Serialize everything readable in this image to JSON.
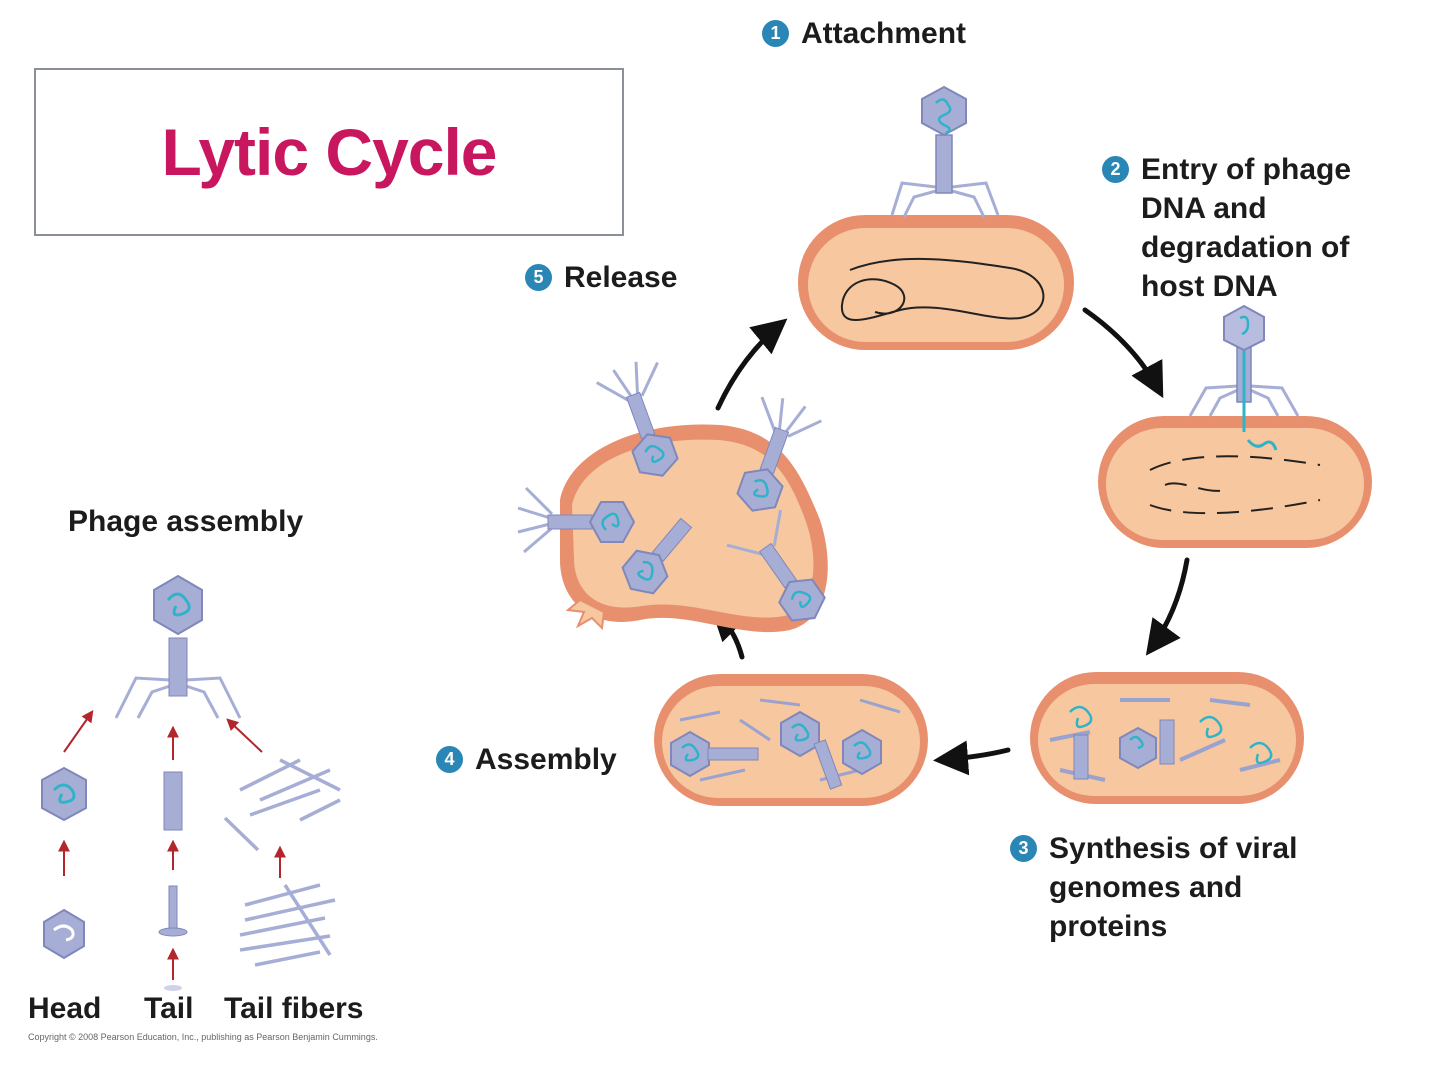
{
  "title": "Lytic Cycle",
  "steps": [
    {
      "number": "1",
      "label_lines": [
        "Attachment"
      ]
    },
    {
      "number": "2",
      "label_lines": [
        "Entry of phage",
        "DNA and",
        "degradation of",
        "host DNA"
      ]
    },
    {
      "number": "3",
      "label_lines": [
        "Synthesis of viral",
        "genomes and",
        "proteins"
      ]
    },
    {
      "number": "4",
      "label_lines": [
        "Assembly"
      ]
    },
    {
      "number": "5",
      "label_lines": [
        "Release"
      ]
    }
  ],
  "phage_assembly": {
    "title": "Phage assembly",
    "parts": [
      "Head",
      "Tail",
      "Tail fibers"
    ]
  },
  "copyright": "Copyright © 2008 Pearson Education, Inc., publishing as Pearson Benjamin Cummings.",
  "colors": {
    "title": "#c8175e",
    "cell_fill": "#f7c79f",
    "cell_wall": "#e8906e",
    "phage": "#a7aed6",
    "phage_dna": "#2fb3c9",
    "step_badge": "#2a86b4",
    "assembly_arrow": "#b3262c"
  }
}
